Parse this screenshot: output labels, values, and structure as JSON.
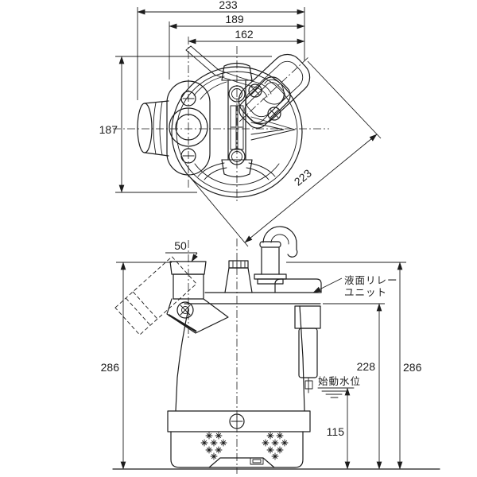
{
  "drawing": {
    "kind": "submersible-pump-outline-dimension-drawing",
    "views": [
      "top-view",
      "side-view"
    ],
    "units_shown": "mm",
    "line_color": "#1c1c1c",
    "background": "#ffffff"
  },
  "dimensions": {
    "overall_width": "233",
    "width_to_flange": "189",
    "width_to_outlet_center": "162",
    "top_view_depth": "187",
    "diagonal_width": "223",
    "discharge_bore": "50",
    "overall_height_left": "286",
    "overall_height_right": "286",
    "height_to_top_plate": "228",
    "start_water_level_height": "115"
  },
  "annotations": {
    "relay_unit_label_line1": "液面リレー",
    "relay_unit_label_line2": "ユニット",
    "start_water_level_label": "始動水位"
  }
}
